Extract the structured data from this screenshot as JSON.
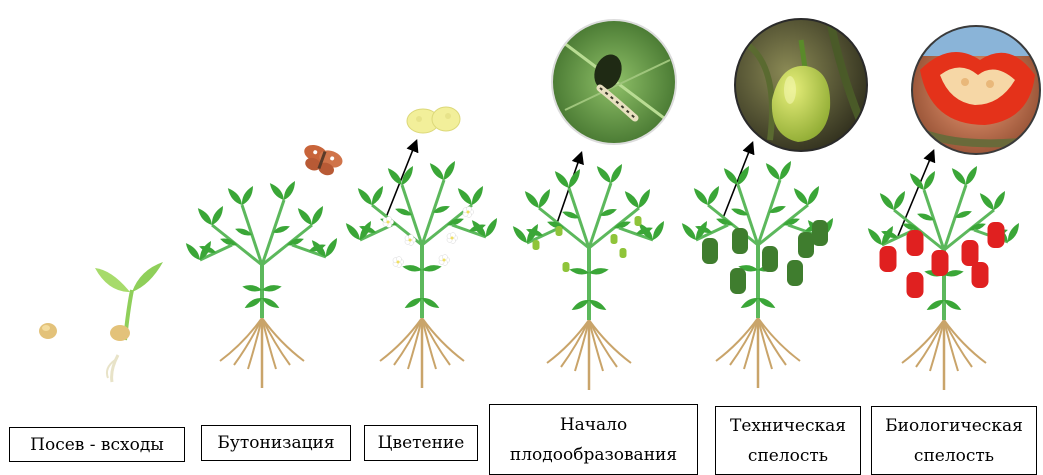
{
  "stages": [
    {
      "id": "sowing",
      "label": "Посев - всходы"
    },
    {
      "id": "budding",
      "label": "Бутонизация"
    },
    {
      "id": "flowering",
      "label": "Цветение"
    },
    {
      "id": "fruit-set",
      "label_line1": "Начало",
      "label_line2": "плодообразования"
    },
    {
      "id": "technical",
      "label_line1": "Техническая",
      "label_line2": "спелость"
    },
    {
      "id": "biological",
      "label_line1": "Биологическая",
      "label_line2": "спелость"
    }
  ],
  "colors": {
    "leaf": "#3aa637",
    "leaf_dark": "#2b8a2d",
    "stem": "#5cb85c",
    "root": "#c9a46a",
    "seed": "#e3c27a",
    "flower": "#ffffff",
    "green_pepper": "#3f7d2e",
    "red_pepper": "#e02020",
    "butterfly": "#c8643a",
    "pollen": "#f2ef9a"
  },
  "insets": [
    "caterpillar-photo",
    "green-pepper-photo",
    "red-pepper-photo"
  ]
}
